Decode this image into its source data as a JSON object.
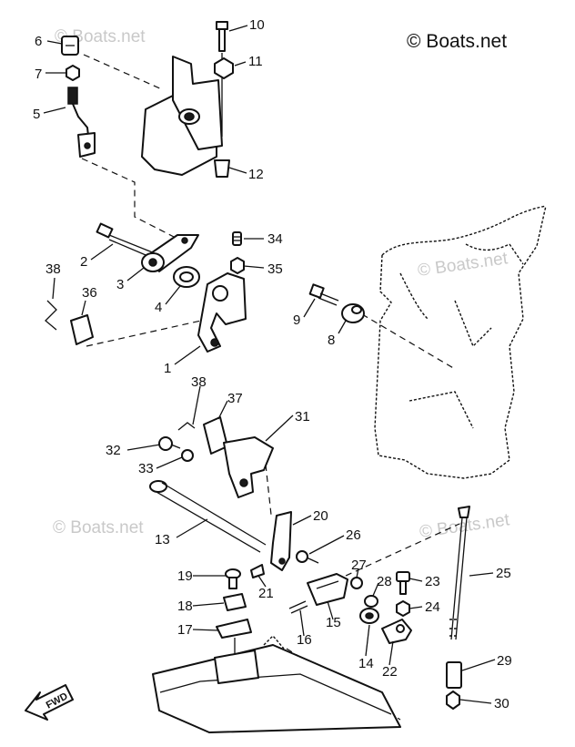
{
  "copyright": "© Boats.net",
  "watermark": "© Boats.net",
  "fwd_label": "FWD",
  "callouts": [
    "1",
    "2",
    "3",
    "4",
    "5",
    "6",
    "7",
    "8",
    "9",
    "10",
    "11",
    "12",
    "13",
    "14",
    "15",
    "16",
    "17",
    "18",
    "19",
    "20",
    "21",
    "22",
    "23",
    "24",
    "25",
    "26",
    "27",
    "28",
    "29",
    "30",
    "31",
    "32",
    "33",
    "34",
    "35",
    "36",
    "37",
    "38"
  ],
  "colors": {
    "line": "#111111",
    "background": "#ffffff",
    "watermark": "#c9c9c9"
  }
}
